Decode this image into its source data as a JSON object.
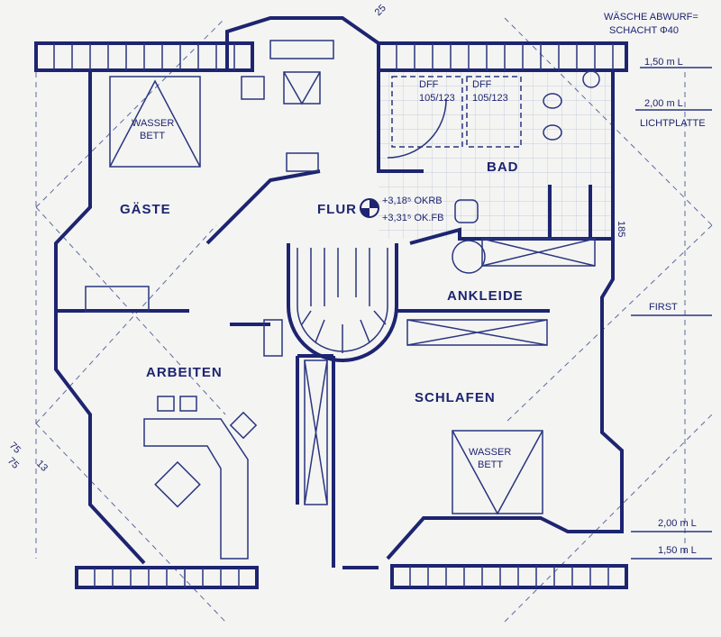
{
  "colors": {
    "ink": "#1d2470",
    "paper": "#f4f4f2"
  },
  "rooms": {
    "gaeste": "GÄSTE",
    "flur": "FLUR",
    "bad": "BAD",
    "ankleide": "ANKLEIDE",
    "arbeiten": "ARBEITEN",
    "schlafen": "SCHLAFEN",
    "wasserbett_1a": "WASSER",
    "wasserbett_1b": "BETT",
    "wasserbett_2a": "WASSER",
    "wasserbett_2b": "BETT"
  },
  "annotations": {
    "waesche1": "WÄSCHE ABWURF=",
    "waesche2": "SCHACHT Φ40",
    "top_150": "1,50 m L",
    "top_200": "2,00 m L",
    "lichtplatte": "LICHTPLATTE",
    "first": "FIRST",
    "bottom_200": "2,00 m L",
    "bottom_150": "1,50 m L",
    "dff1a": "DFF",
    "dff1b": "105/123",
    "dff2a": "DFF",
    "dff2b": "105/123",
    "okrb": "+3,18⁵ OKRB",
    "okfb": "+3,31⁵ OK.FB",
    "dim185": "185",
    "dim25": "25",
    "dim75a": "75",
    "dim75b": "75",
    "dim13": "13"
  }
}
